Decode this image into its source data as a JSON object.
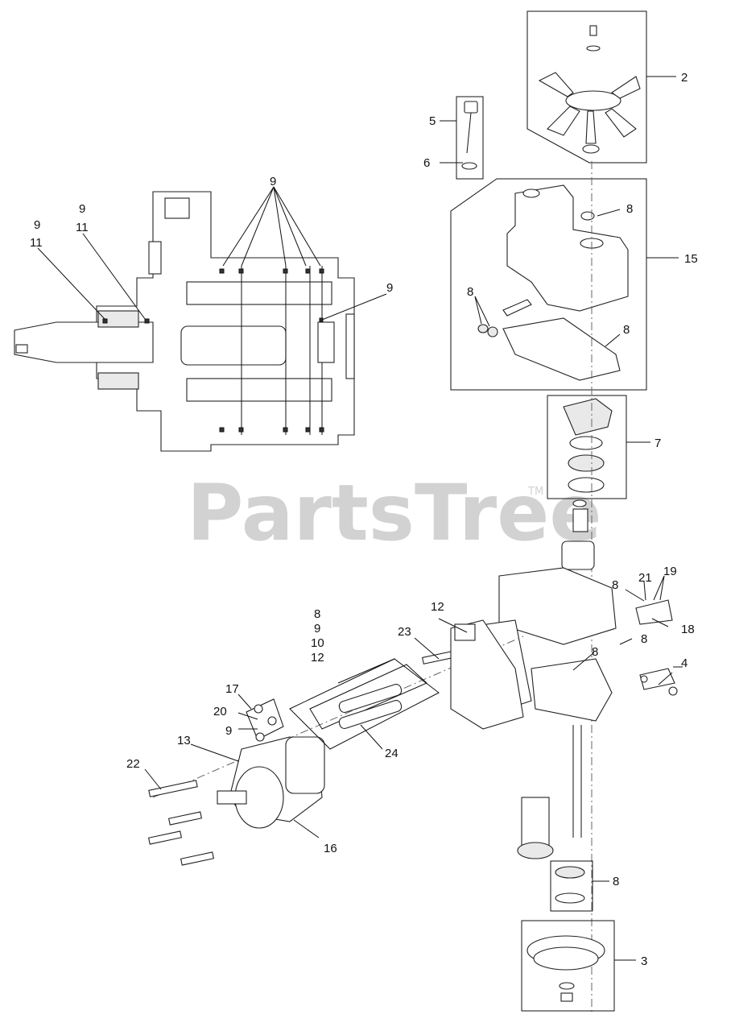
{
  "watermark": {
    "text": "PartsTree",
    "trademark": "TM"
  },
  "callouts": {
    "c2": "2",
    "c3": "3",
    "c4": "4",
    "c5": "5",
    "c6": "6",
    "c7": "7",
    "c8a": "8",
    "c8b": "8",
    "c8c": "8",
    "c8d": "8",
    "c8e": "8",
    "c8f": "8",
    "c8g": "8",
    "c8h": "8",
    "c9a": "9",
    "c9b": "9",
    "c9c": "9",
    "c9d": "9",
    "c9e": "9",
    "c9f": "9",
    "c10": "10",
    "c11a": "11",
    "c11b": "11",
    "c12a": "12",
    "c12b": "12",
    "c13": "13",
    "c15": "15",
    "c16": "16",
    "c17": "17",
    "c18": "18",
    "c19": "19",
    "c20": "20",
    "c21": "21",
    "c22": "22",
    "c23": "23",
    "c24": "24"
  }
}
